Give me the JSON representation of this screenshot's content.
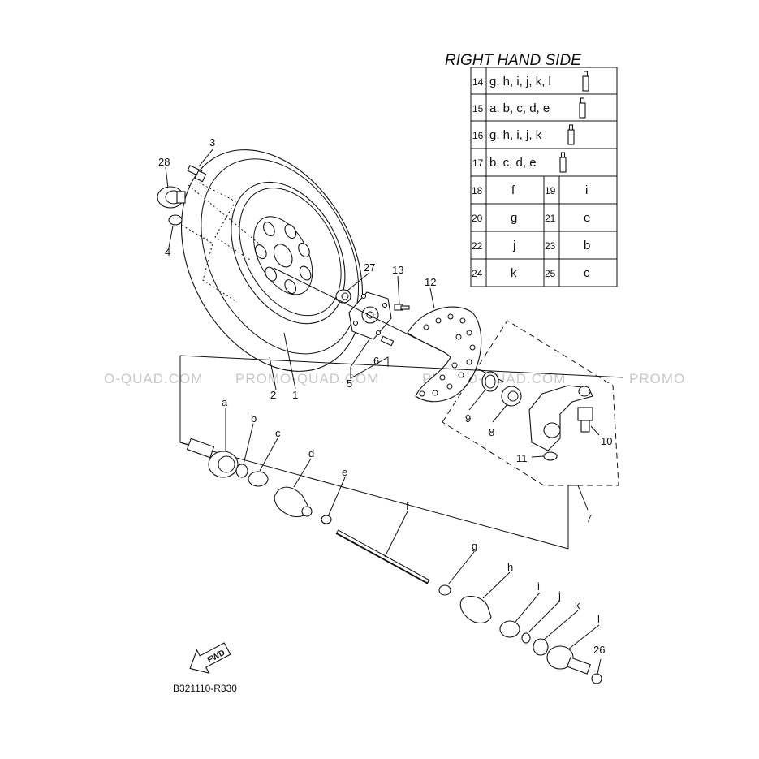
{
  "table": {
    "title": "RIGHT HAND SIDE",
    "kit_rows": [
      {
        "num": "14",
        "parts": "g, h, i, j, k, l",
        "icon": "grease-tube-icon"
      },
      {
        "num": "15",
        "parts": "a, b, c, d, e",
        "icon": "grease-tube-icon"
      },
      {
        "num": "16",
        "parts": "g, h, i, j, k",
        "icon": "grease-tube-icon"
      },
      {
        "num": "17",
        "parts": "b, c, d, e",
        "icon": "grease-tube-icon"
      }
    ],
    "pair_rows": [
      {
        "n1": "18",
        "v1": "f",
        "n2": "19",
        "v2": "i"
      },
      {
        "n1": "20",
        "v1": "g",
        "n2": "21",
        "v2": "e"
      },
      {
        "n1": "22",
        "v1": "j",
        "n2": "23",
        "v2": "b"
      },
      {
        "n1": "24",
        "v1": "k",
        "n2": "25",
        "v2": "c"
      }
    ]
  },
  "watermark": {
    "left": "O-QUAD.COM",
    "center_left": "PROMO-QUAD.COM",
    "center_right": "PROMO-QUAD.COM",
    "right": "PROMO"
  },
  "labels": {
    "p1": "1",
    "p2": "2",
    "p3": "3",
    "p4": "4",
    "p5": "5",
    "p6": "6",
    "p7": "7",
    "p8": "8",
    "p9": "9",
    "p10": "10",
    "p11": "11",
    "p12": "12",
    "p13": "13",
    "p26": "26",
    "p27": "27",
    "p28": "28",
    "a": "a",
    "b": "b",
    "c": "c",
    "d": "d",
    "e": "e",
    "f": "f",
    "g": "g",
    "h": "h",
    "i": "i",
    "j": "j",
    "k": "k",
    "l": "l"
  },
  "fwd": "FWD",
  "diagram_code": "B321110-R330"
}
